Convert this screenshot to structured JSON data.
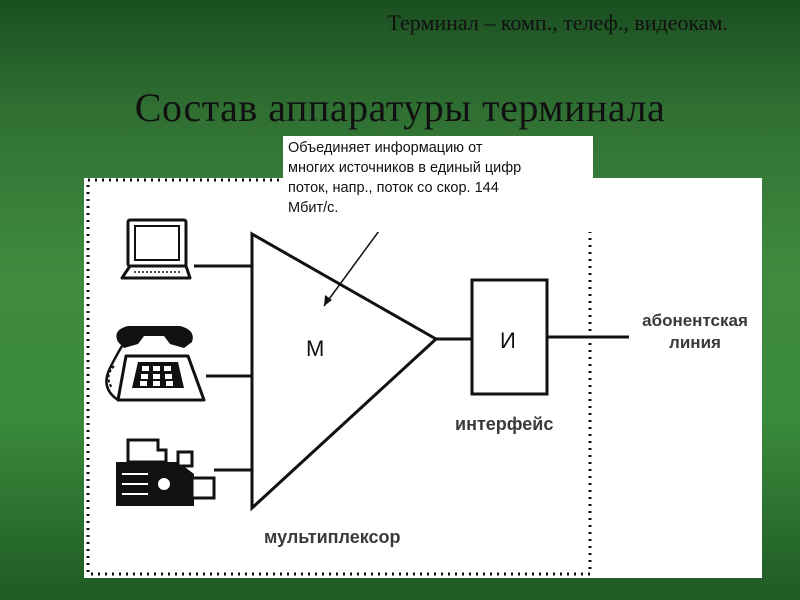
{
  "slide": {
    "subtitle": "Терминал – комп., телеф., видеокам.",
    "title": "Состав аппаратуры терминала",
    "note_lines": [
      "Объединяет информацию от",
      "многих источников в единый цифр",
      "поток, напр., поток со скор. 144",
      "Мбит/с."
    ]
  },
  "diagram": {
    "multiplexer_symbol": "М",
    "interface_symbol": "И",
    "multiplexer_label": "мультиплексор",
    "interface_label": "интерфейс",
    "line_label_1": "абонентская",
    "line_label_2": "линия",
    "devices": [
      {
        "icon": "computer-icon"
      },
      {
        "icon": "telephone-icon"
      },
      {
        "icon": "video-camera-icon"
      }
    ]
  },
  "colors": {
    "background_dark": "#1b4f21",
    "background_light": "#3f8a3f",
    "panel": "#ffffff",
    "ink": "#111111"
  }
}
